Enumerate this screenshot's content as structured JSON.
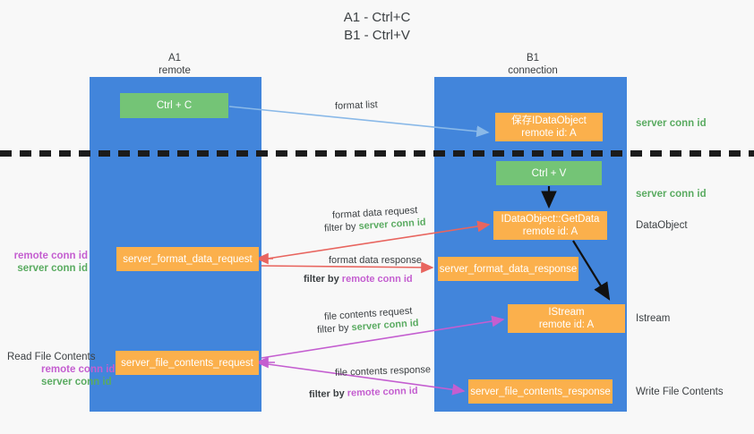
{
  "title": "A1 - Ctrl+C\nB1 - Ctrl+V",
  "columns": {
    "a1": {
      "name": "A1",
      "subtitle": "remote",
      "header": "A1\nremote"
    },
    "b1": {
      "name": "B1",
      "subtitle": "connection",
      "header": "B1\nconnection"
    }
  },
  "boxes": {
    "ctrl_c": "Ctrl + C",
    "ctrl_v": "Ctrl + V",
    "save_idataobject": "保存IDataObject\nremote id: A",
    "getdata": "IDataObject::GetData\nremote id: A",
    "istream": "IStream\nremote id: A",
    "server_format_data_request": "server_format_data_request",
    "server_format_data_response": "server_format_data_response",
    "server_file_contents_request": "server_file_contents_request",
    "server_file_contents_response": "server_file_contents_response"
  },
  "right_labels": {
    "server_conn_id_1": "server conn id",
    "server_conn_id_2": "server conn id",
    "dataobject": "DataObject",
    "istream": "Istream",
    "write_file_contents": "Write File Contents"
  },
  "left_labels": {
    "group1": {
      "remote_conn_id": "remote conn id",
      "server_conn_id": "server conn id"
    },
    "group2": {
      "heading": "Read File Contents",
      "remote_conn_id": "remote conn id",
      "server_conn_id": "server conn id"
    }
  },
  "edges": {
    "format_list": "format list",
    "format_data_request": "format data request",
    "format_data_request_filter_prefix": "filter by ",
    "format_data_request_filter_key": "server conn id",
    "format_data_response": "format data response",
    "format_data_response_filter_prefix": "filter by ",
    "format_data_response_filter_key": "remote conn id",
    "file_contents_request": "file contents request",
    "file_contents_request_filter_prefix": "filter by ",
    "file_contents_request_filter_key": "server conn id",
    "file_contents_response": "file contents response",
    "file_contents_response_filter_prefix": "filter by ",
    "file_contents_response_filter_key": "remote conn id"
  },
  "colors": {
    "lane_blue": "#4285db",
    "box_green": "#74c476",
    "box_orange": "#fbb04c",
    "accent_green_text": "#5aab61",
    "accent_magenta_text": "#c45ed0",
    "arrow_lightblue": "#8ab9e8",
    "arrow_red": "#e8655f",
    "arrow_magenta": "#c45ed0",
    "arrow_black": "#111111",
    "background": "#f8f8f8"
  }
}
